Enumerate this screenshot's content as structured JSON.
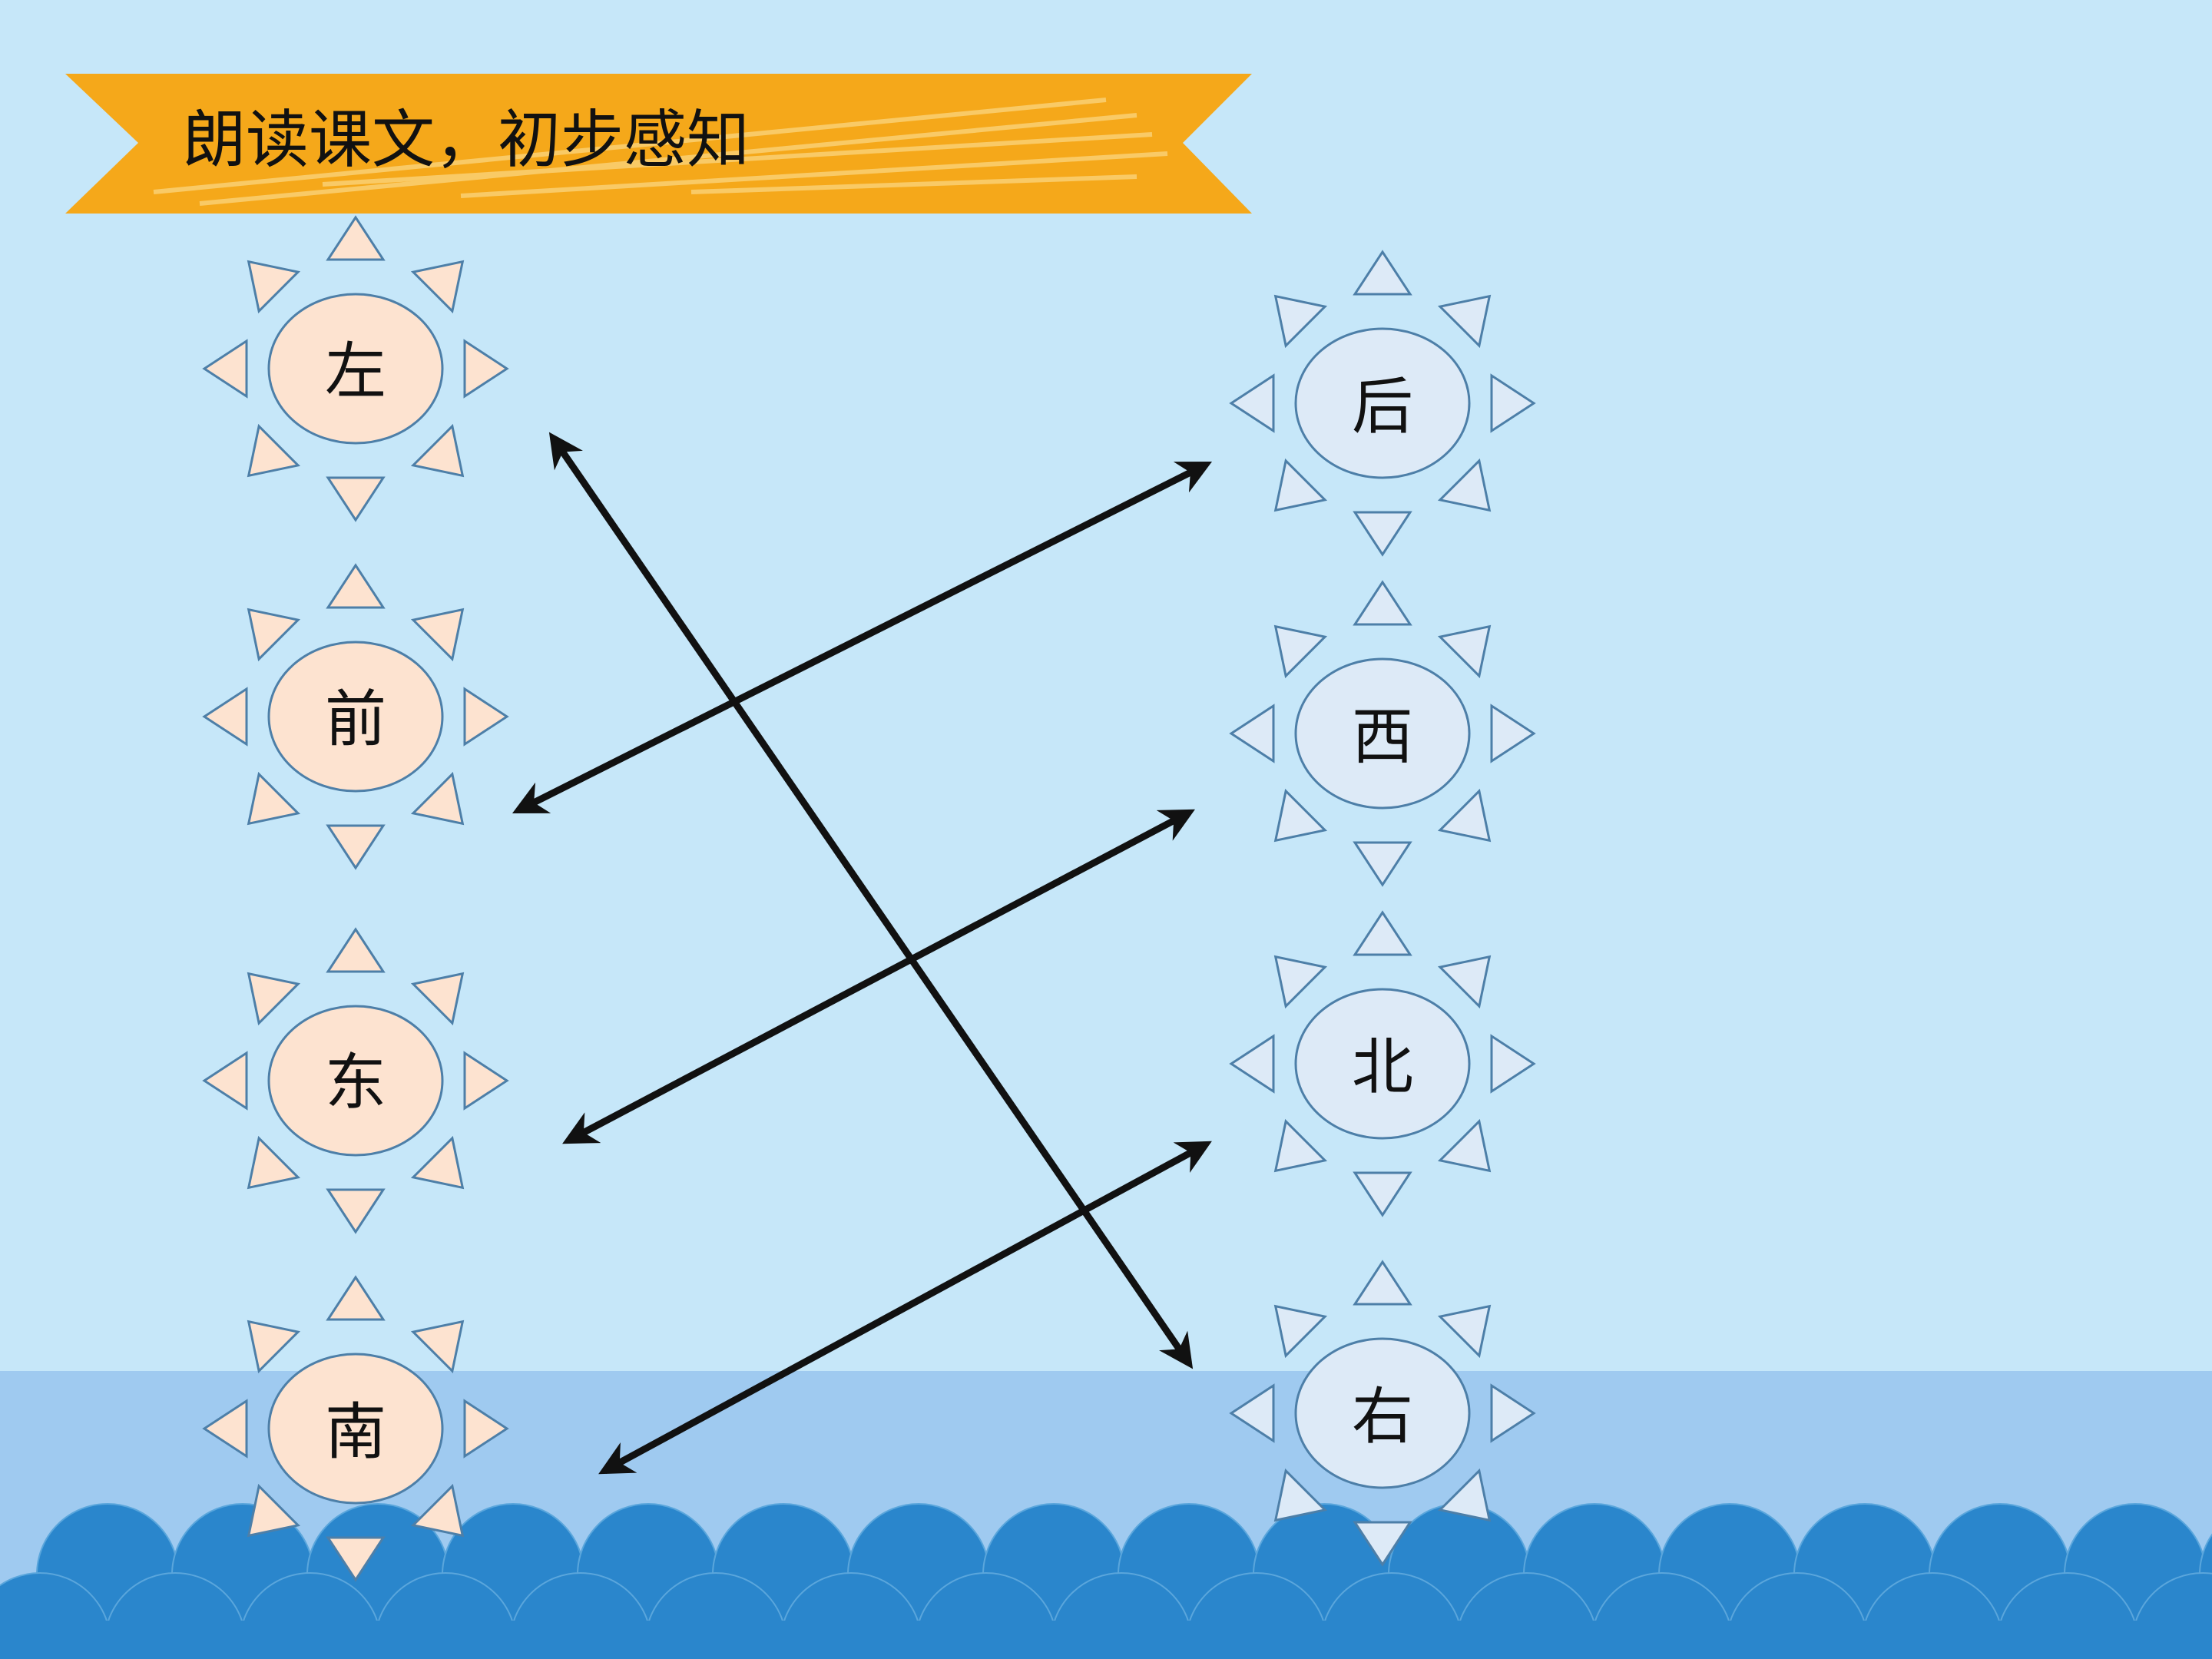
{
  "banner": {
    "title": "朗读课文，初步感知",
    "color": "#f5a81a"
  },
  "left_suns": [
    {
      "char": "左"
    },
    {
      "char": "前"
    },
    {
      "char": "东"
    },
    {
      "char": "南"
    }
  ],
  "right_suns": [
    {
      "char": "后"
    },
    {
      "char": "西"
    },
    {
      "char": "北"
    },
    {
      "char": "右"
    }
  ],
  "matches": [
    {
      "from": "左",
      "to": "右"
    },
    {
      "from": "前",
      "to": "后"
    },
    {
      "from": "东",
      "to": "西"
    },
    {
      "from": "南",
      "to": "北"
    }
  ],
  "colors": {
    "sky": "#c6e7f9",
    "sea_band": "#9fcaf0",
    "waves": "#2a86cc",
    "left_sun_fill": "#fde3d0",
    "right_sun_fill": "#ddeaf7",
    "sun_stroke": "#4d7fa8",
    "arrow": "#111111"
  }
}
